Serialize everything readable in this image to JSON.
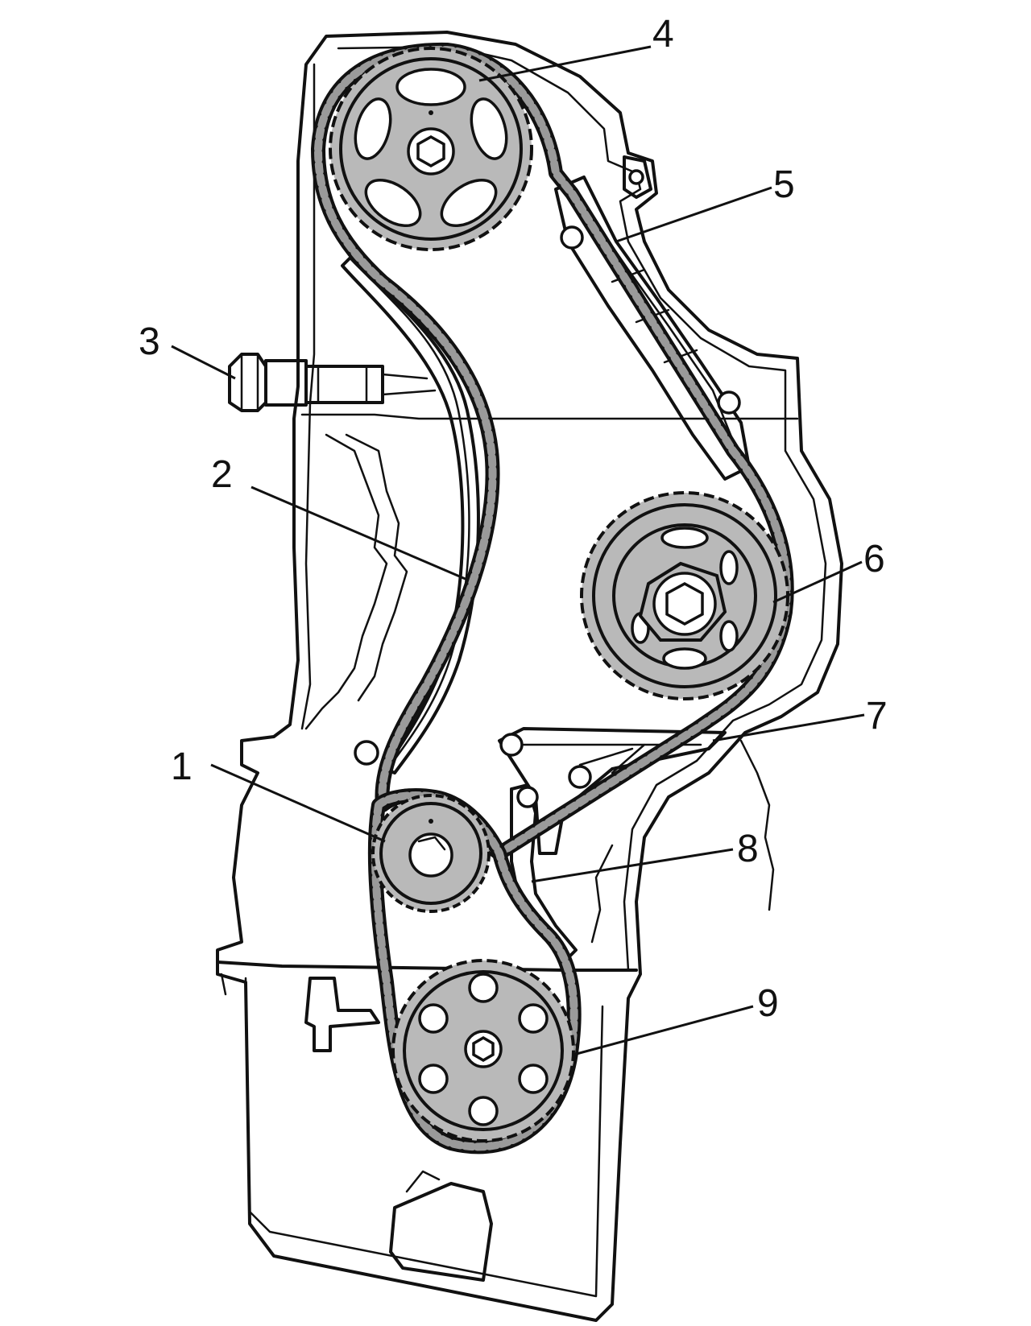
{
  "callouts": [
    {
      "id": "1",
      "text": "1"
    },
    {
      "id": "2",
      "text": "2"
    },
    {
      "id": "3",
      "text": "3"
    },
    {
      "id": "4",
      "text": "4"
    },
    {
      "id": "5",
      "text": "5"
    },
    {
      "id": "6",
      "text": "6"
    },
    {
      "id": "7",
      "text": "7"
    },
    {
      "id": "8",
      "text": "8"
    },
    {
      "id": "9",
      "text": "9"
    }
  ],
  "colors": {
    "line": "#111111",
    "gear_fill": "#b9b9b9",
    "background": "#ffffff"
  }
}
